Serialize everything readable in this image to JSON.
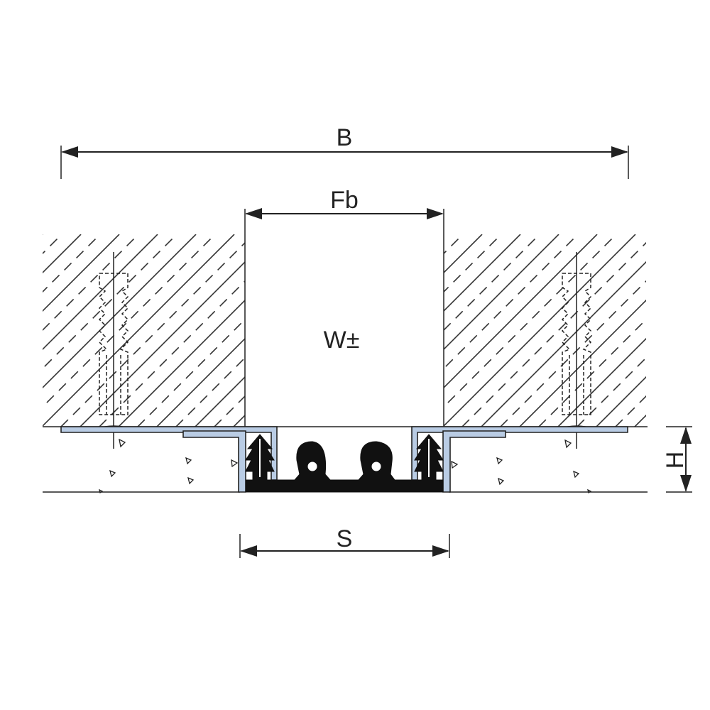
{
  "labels": {
    "overall_width": "B",
    "joint_opening": "Fb",
    "movement": "W±",
    "sealing_width": "S",
    "height": "H"
  },
  "colors": {
    "line": "#222222",
    "profile_fill": "#b9cce4",
    "seal_fill": "#111111",
    "background": "#ffffff"
  }
}
